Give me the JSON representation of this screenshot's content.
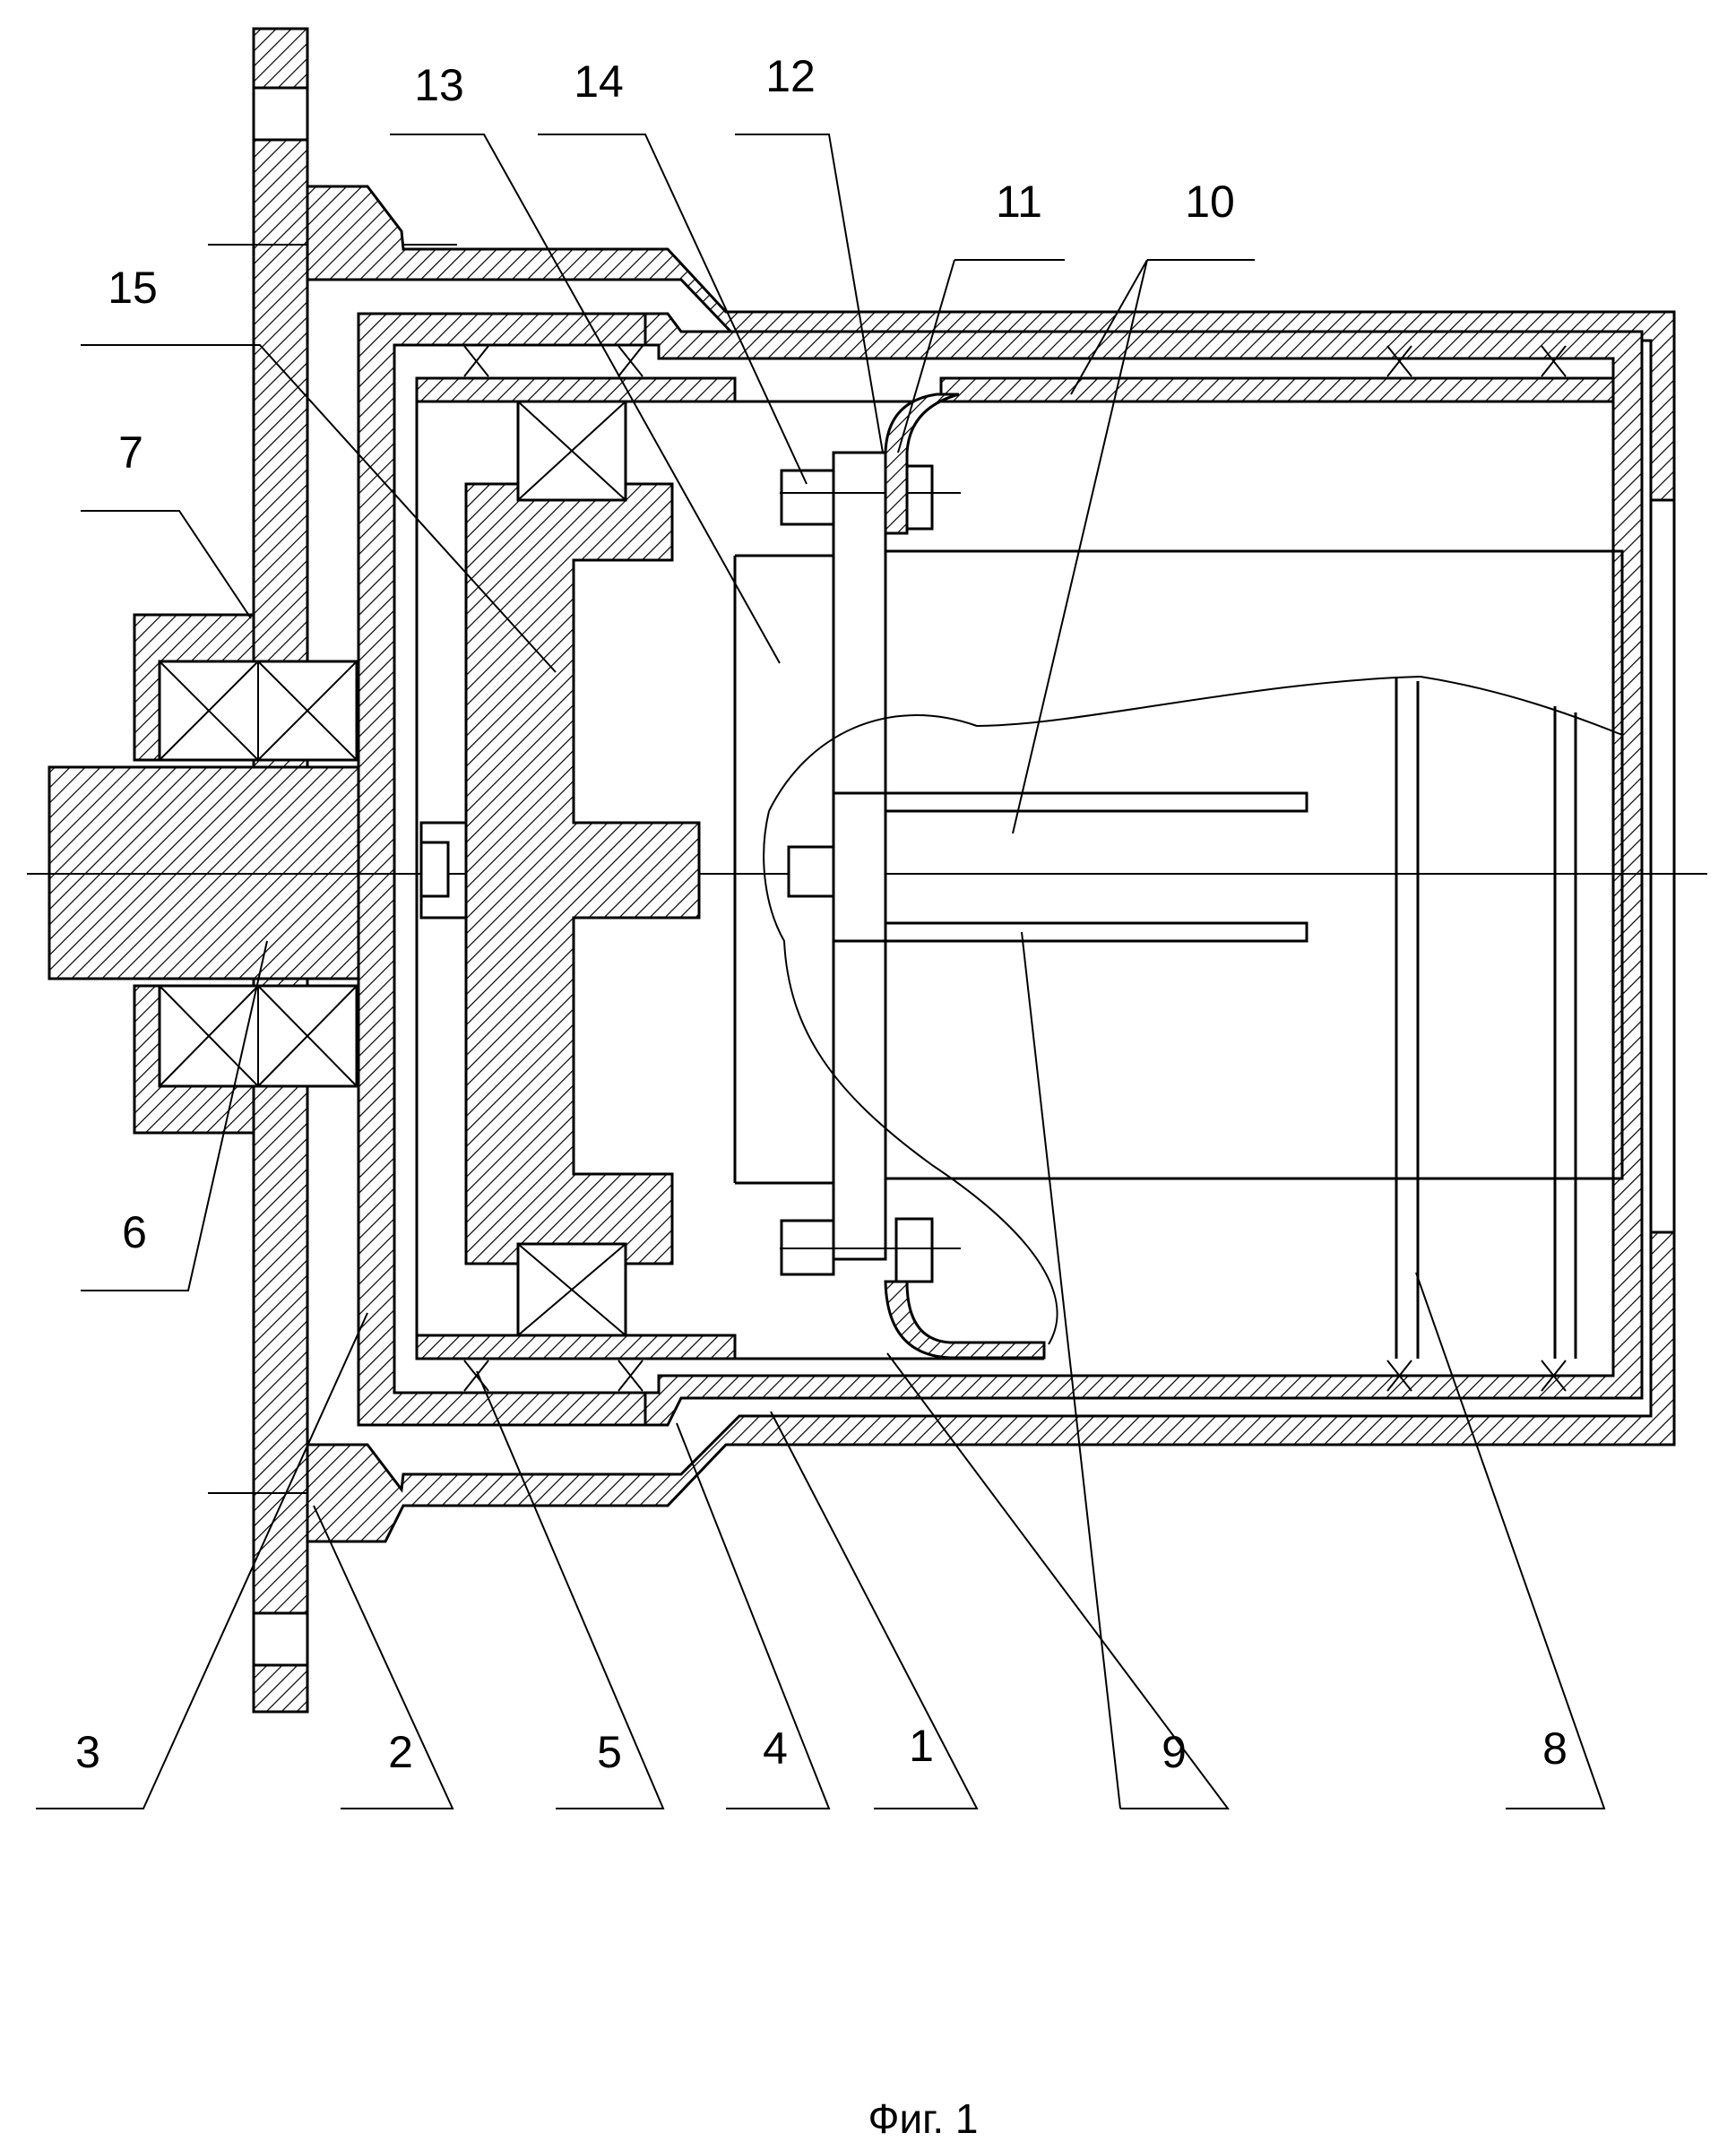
{
  "figure": {
    "caption": "Фиг. 1",
    "labels": {
      "l1": "1",
      "l2": "2",
      "l3": "3",
      "l4": "4",
      "l5": "5",
      "l6": "6",
      "l7": "7",
      "l8": "8",
      "l9": "9",
      "l10": "10",
      "l11": "11",
      "l12": "12",
      "l13": "13",
      "l14": "14",
      "l15": "15"
    }
  }
}
